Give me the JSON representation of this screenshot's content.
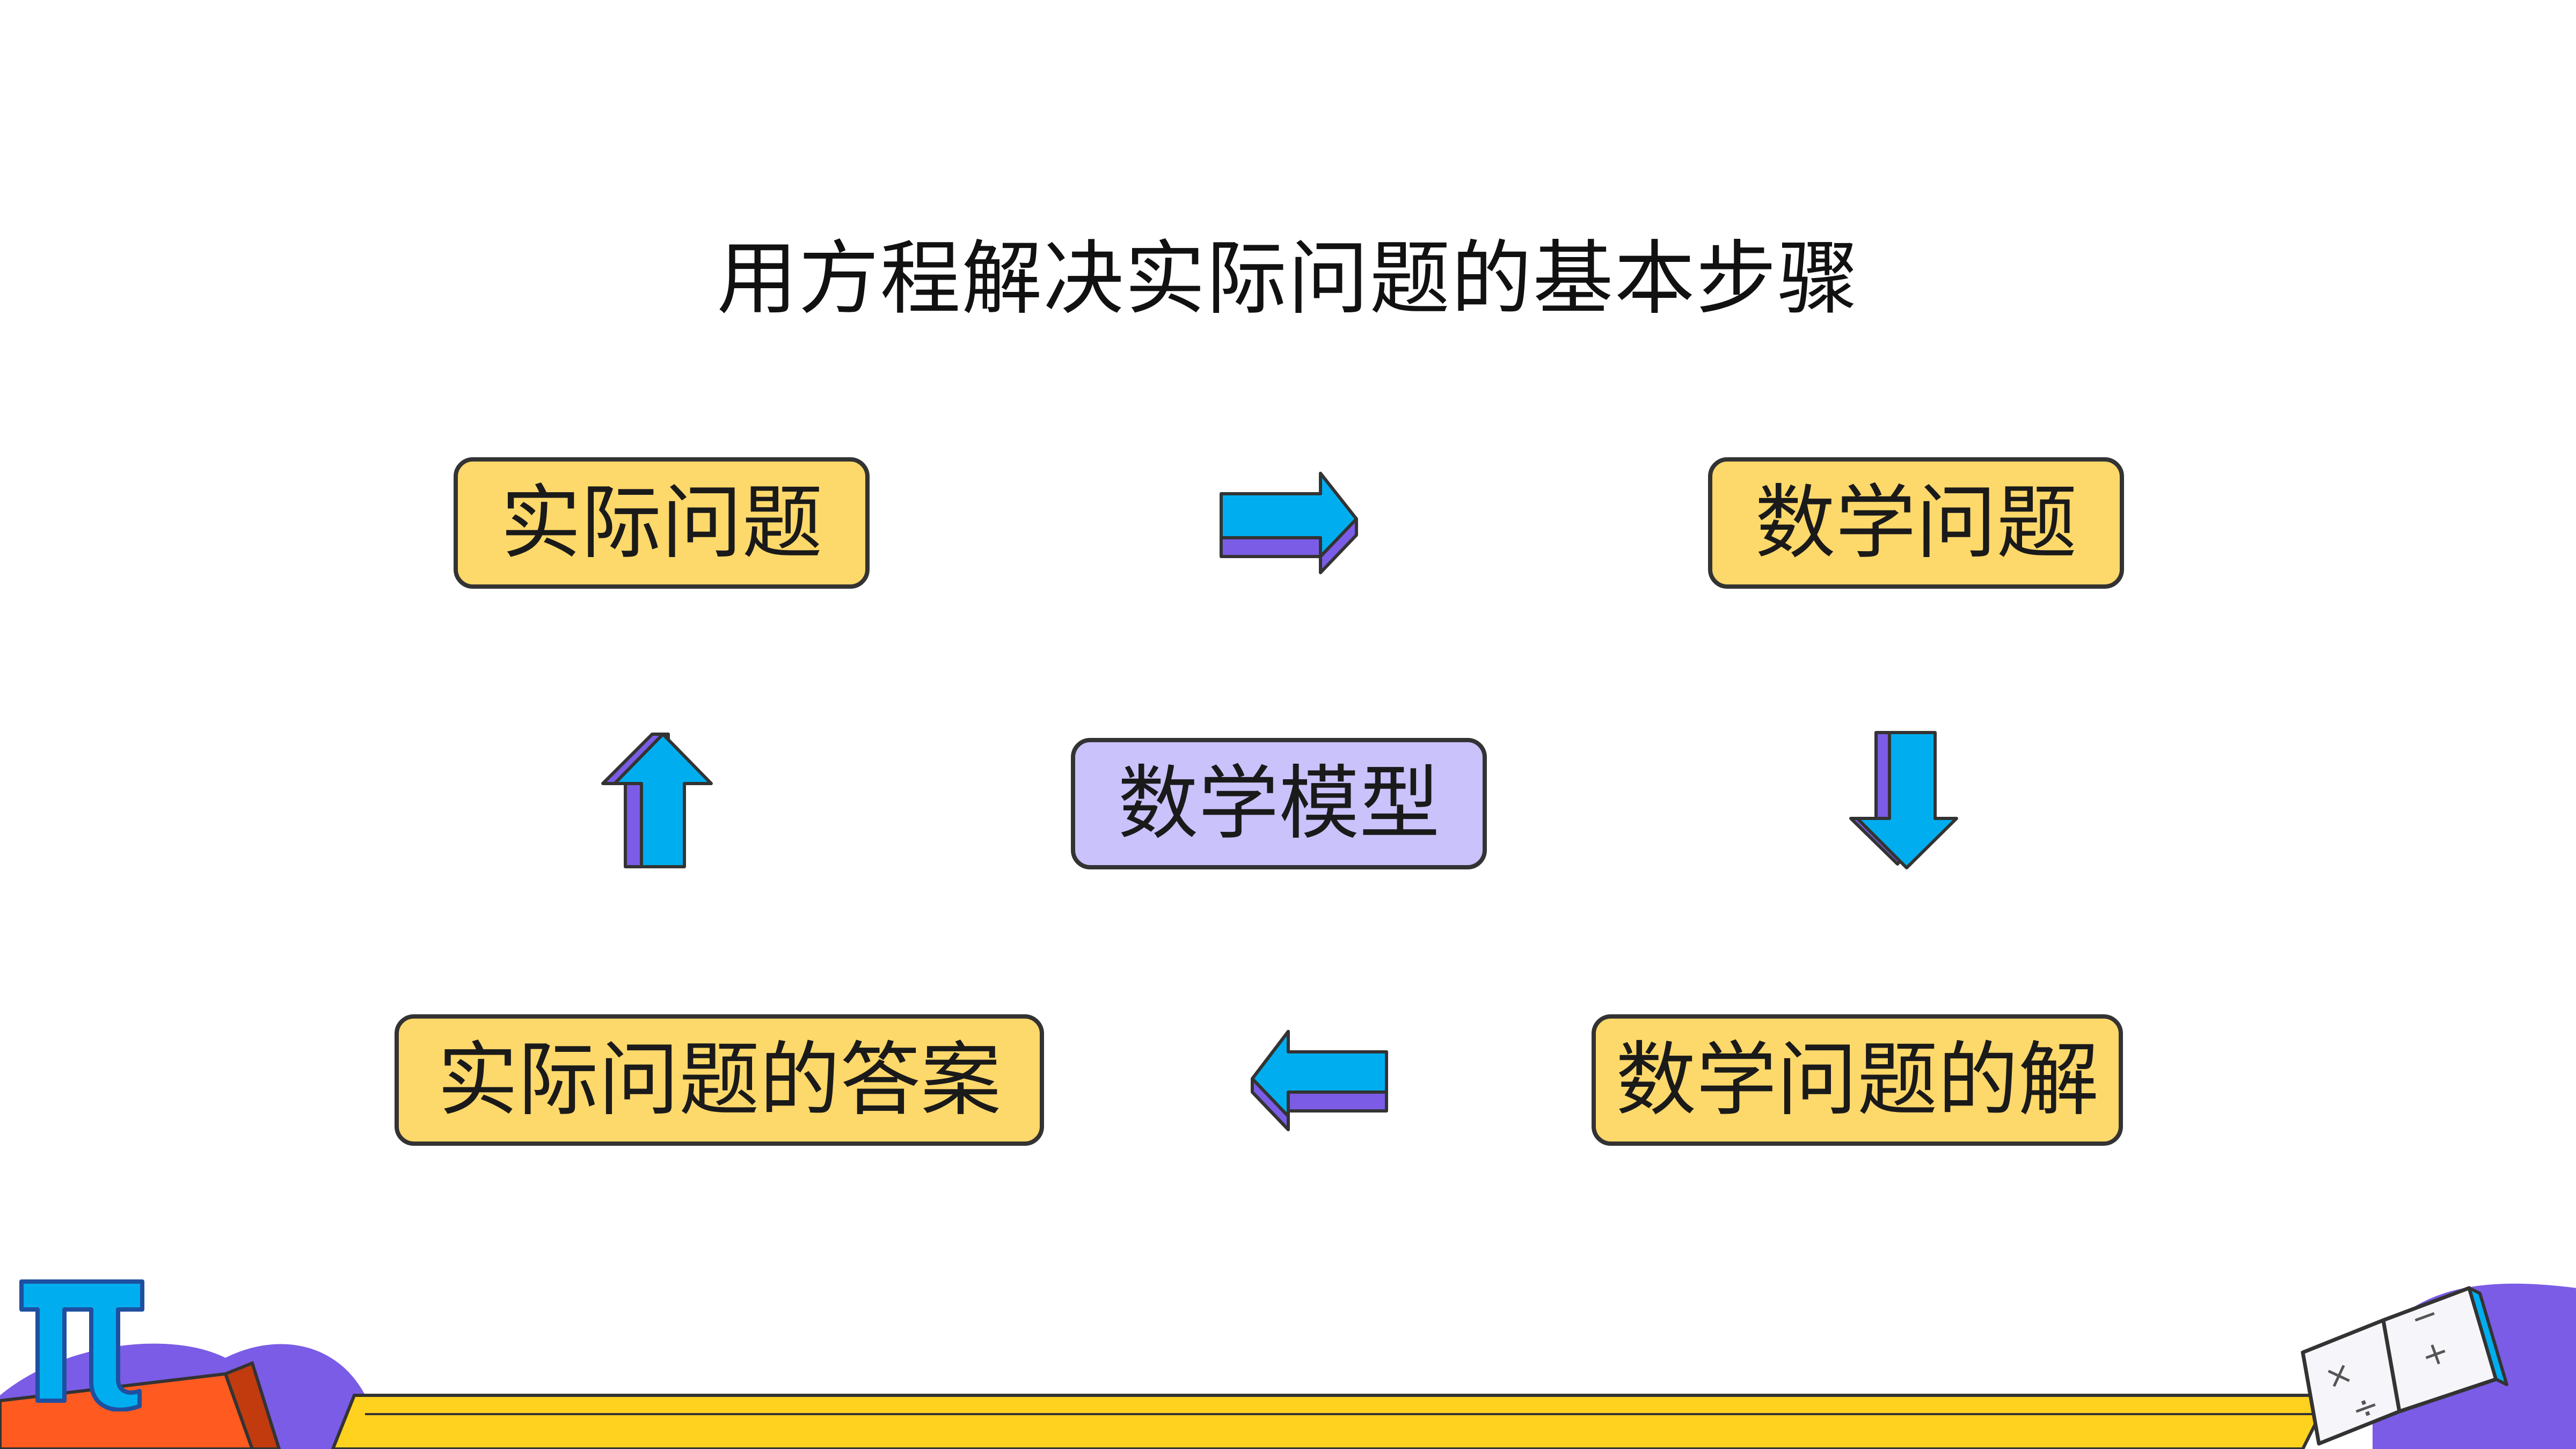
{
  "title": "用方程解决实际问题的基本步骤",
  "nodes": {
    "real_problem": "实际问题",
    "math_problem": "数学问题",
    "math_model": "数学模型",
    "math_solution": "数学问题的解",
    "real_answer": "实际问题的答案"
  },
  "flow": [
    {
      "from": "实际问题",
      "to": "数学问题"
    },
    {
      "from": "数学问题",
      "to": "数学问题的解"
    },
    {
      "from": "数学问题的解",
      "to": "实际问题的答案"
    },
    {
      "from": "实际问题的答案",
      "to": "实际问题"
    }
  ],
  "decor": {
    "pi_symbol": "π",
    "book_symbols": [
      "×",
      "÷",
      "−",
      "+"
    ]
  },
  "colors": {
    "box_fill": "#FDD86A",
    "model_fill": "#C9C2FB",
    "border": "#333333",
    "arrow_face": "#00AEEF",
    "arrow_side": "#7B5CE6",
    "footer_yellow": "#FFD21F",
    "footer_purple": "#7B5CE6",
    "footer_orange": "#FF5A1F"
  }
}
